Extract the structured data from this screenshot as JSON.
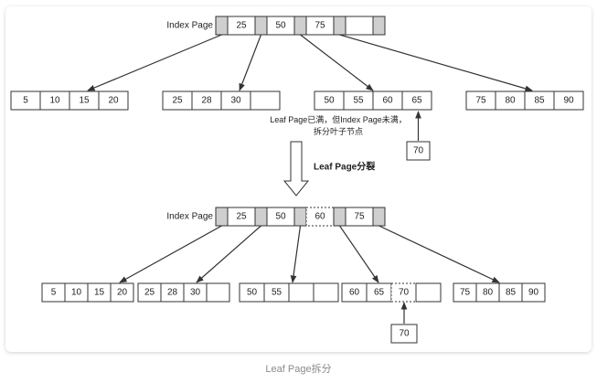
{
  "caption": "Leaf Page拆分",
  "before": {
    "index_label": "Index Page",
    "index_keys": [
      "25",
      "50",
      "75"
    ],
    "leaves": [
      [
        "5",
        "10",
        "15",
        "20"
      ],
      [
        "25",
        "28",
        "30",
        ""
      ],
      [
        "50",
        "55",
        "60",
        "65"
      ],
      [
        "75",
        "80",
        "85",
        "90"
      ]
    ],
    "insert_value": "70",
    "note_line1": "Leaf Page已满，但Index Page未满，",
    "note_line2": "拆分叶子节点"
  },
  "transition_label": "Leaf Page分裂",
  "after": {
    "index_label": "Index Page",
    "index_keys": [
      "25",
      "50"
    ],
    "new_key": "60",
    "index_keys_right": [
      "75"
    ],
    "leaves": [
      [
        "5",
        "10",
        "15",
        "20"
      ],
      [
        "25",
        "28",
        "30",
        ""
      ],
      [
        "50",
        "55",
        "",
        ""
      ],
      [
        "60",
        "65",
        "70",
        ""
      ],
      [
        "75",
        "80",
        "85",
        "90"
      ]
    ],
    "insert_value": "70"
  },
  "colors": {
    "pointer_cell": "#cfcfcf",
    "border": "#333333",
    "line": "#333333"
  }
}
